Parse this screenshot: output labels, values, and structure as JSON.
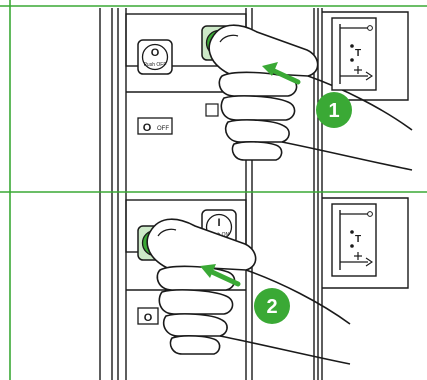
{
  "colors": {
    "accent_green": "#3aa935",
    "frame_line": "#3aa935",
    "ink": "#1a1a1a",
    "pale_green": "#cde9c8"
  },
  "panel_top": {
    "off_button": {
      "symbol": "O",
      "text": "Push OFF"
    },
    "on_button_active": true,
    "indicator": {
      "symbol": "O",
      "text": "OFF"
    },
    "step": "1"
  },
  "panel_bottom": {
    "on_button": {
      "symbol": "I",
      "text": "Push ON"
    },
    "off_button_active": true,
    "indicator": {
      "symbol": "O"
    },
    "step": "2"
  },
  "side_label": {
    "letter": "T"
  },
  "icons": [
    "hand-pressing-icon",
    "push-arrow-icon",
    "switch-diagram-icon"
  ]
}
